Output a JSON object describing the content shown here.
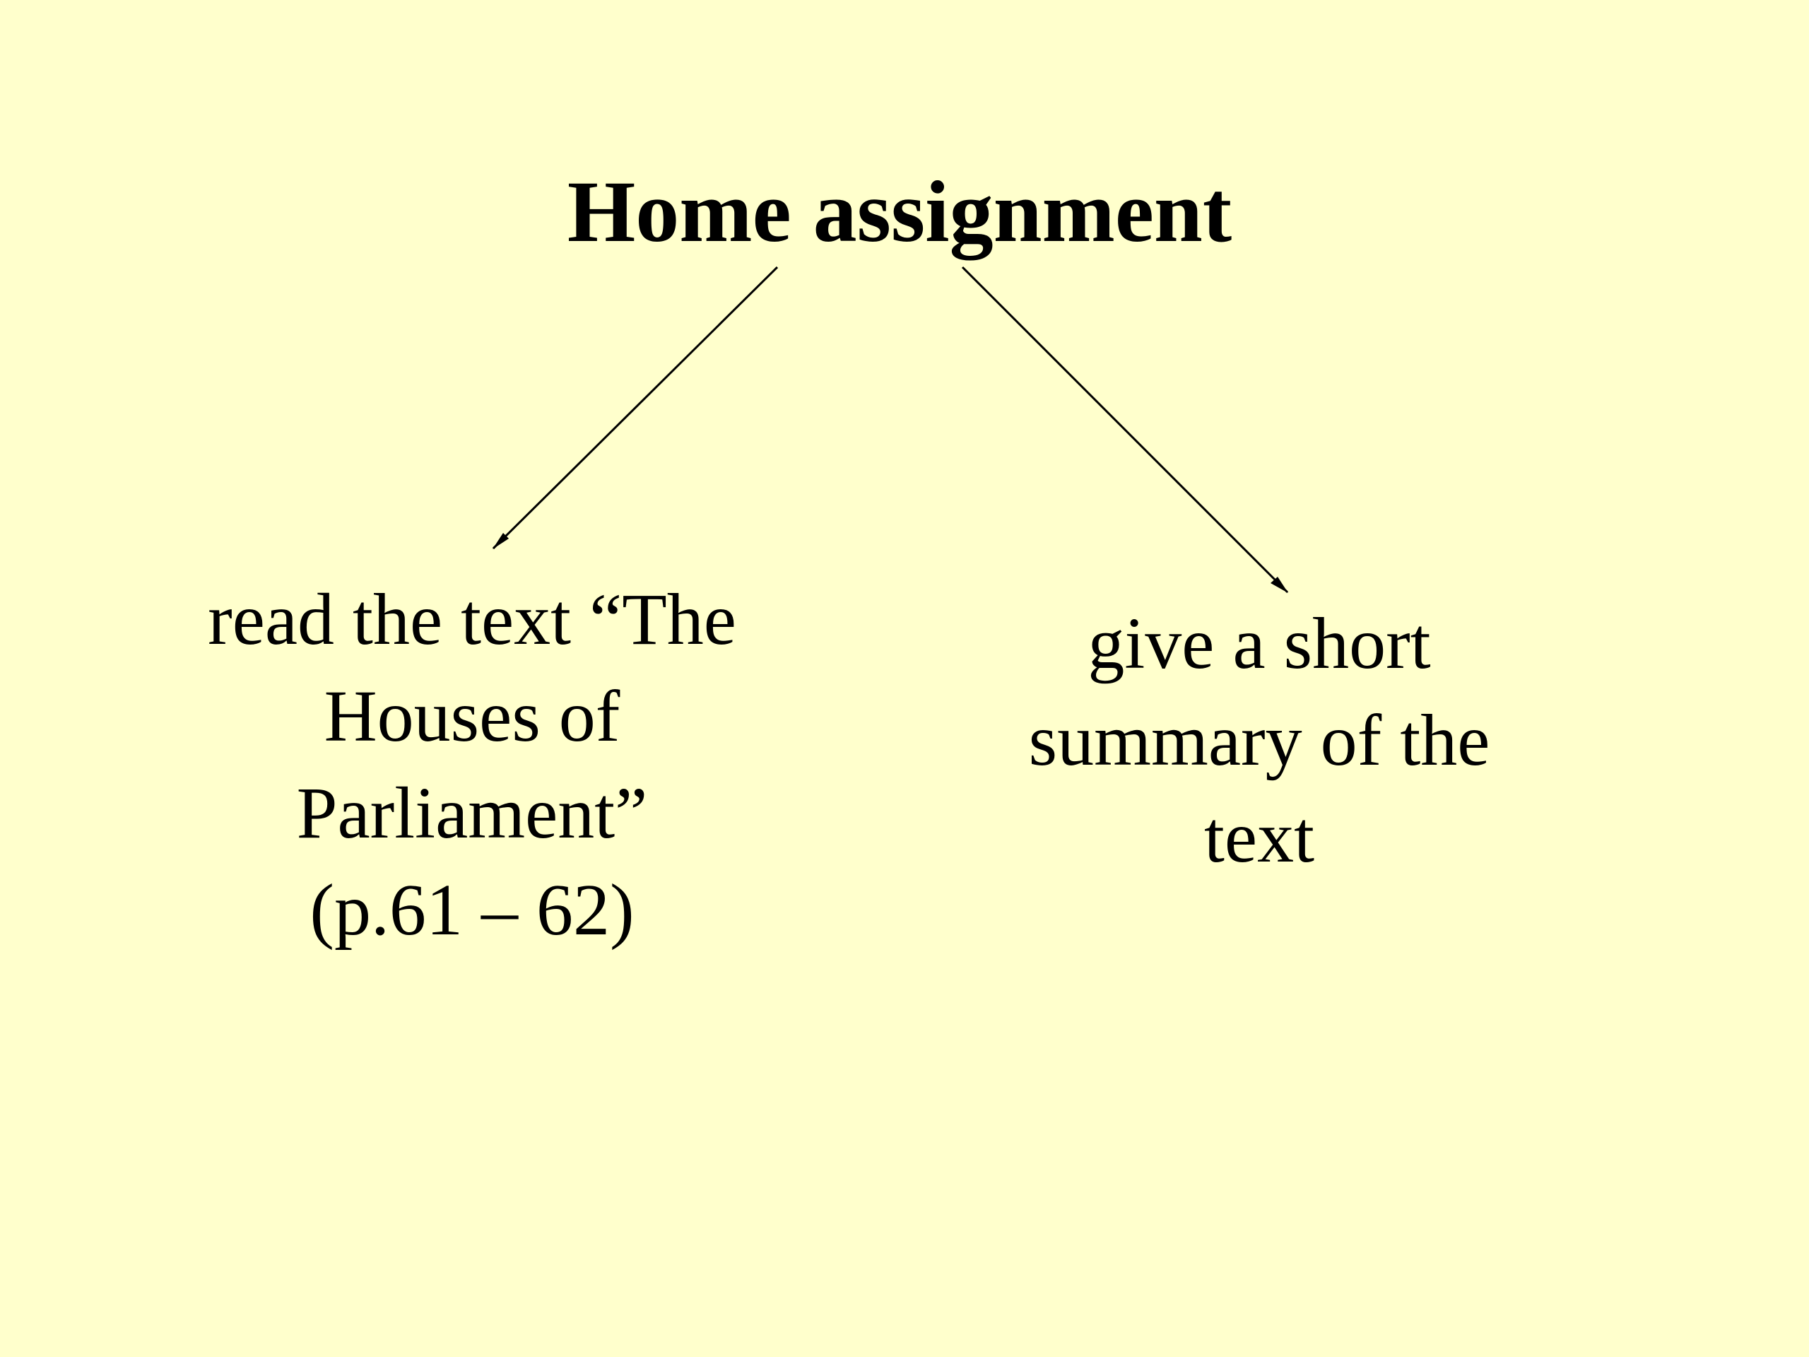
{
  "slide": {
    "title": "Home assignment",
    "left_node": {
      "lines": [
        "read the text “The",
        "Houses of",
        "Parliament”",
        "(p.61 – 62)"
      ]
    },
    "right_node": {
      "lines": [
        "give a short",
        "summary of the",
        "text"
      ]
    },
    "colors": {
      "background": "#ffffcc",
      "text": "#000000",
      "arrow": "#000000"
    },
    "icons": [
      "arrow-icon",
      "arrow-icon"
    ]
  }
}
